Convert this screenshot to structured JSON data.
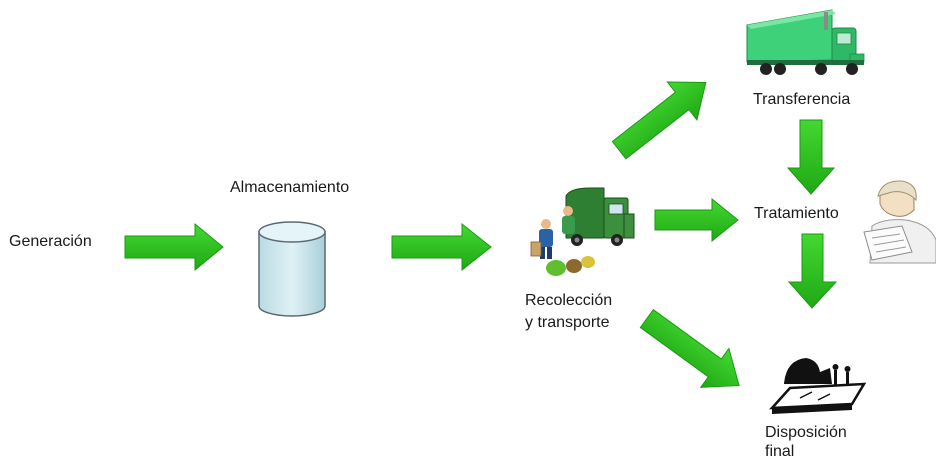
{
  "labels": {
    "generacion": "Generación",
    "almacenamiento": "Almacenamiento",
    "recoleccion_1": "Recolección",
    "recoleccion_2": "y transporte",
    "transferencia": "Transferencia",
    "tratamiento": "Tratamiento",
    "disposicion_1": "Disposición",
    "disposicion_2": "final"
  },
  "colors": {
    "arrow": "#2ec41e",
    "arrow_dark": "#1f9a12",
    "cylinder": "#cfe8ee",
    "truck_green": "#3fd07a",
    "garbage_truck": "#3a8a3a"
  },
  "icons": {
    "storage": "cylinder-icon",
    "collection": "garbage-truck-icon",
    "transfer": "semi-truck-icon",
    "treatment": "worker-icon",
    "disposal": "landfill-icon"
  }
}
